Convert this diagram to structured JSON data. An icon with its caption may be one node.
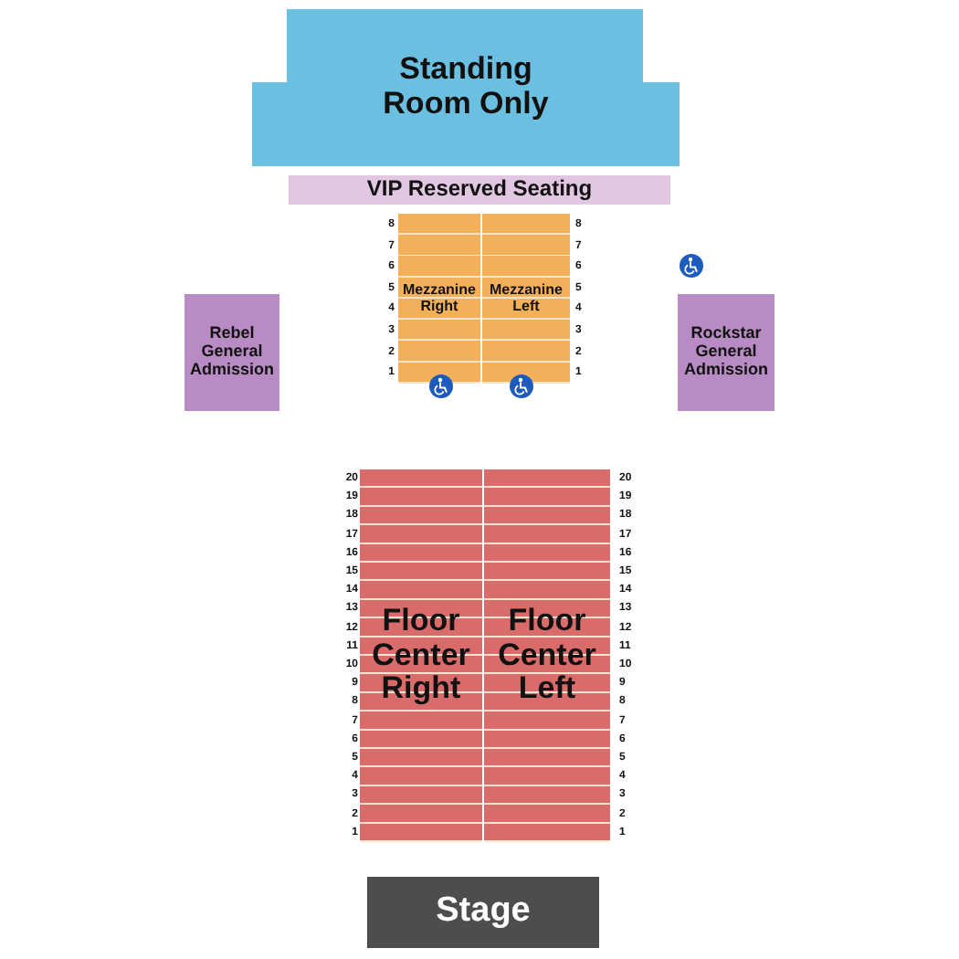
{
  "diagram": {
    "nodes": [
      {
        "text": [
          "Standing Room Only"
        ]
      },
      {
        "text": [
          "VIP Reserved Seating"
        ]
      },
      {
        "text": [
          "Mezzanine Right"
        ]
      },
      {
        "text": [
          "Mezzanine Left"
        ]
      },
      {
        "text": [
          "Rebel General Admission"
        ]
      },
      {
        "text": [
          "Rockstar General Admission"
        ]
      },
      {
        "text": [
          "Floor Center Right"
        ]
      },
      {
        "text": [
          "Floor Center Left"
        ]
      },
      {
        "text": [
          "Stage"
        ]
      }
    ],
    "edges": [],
    "labels": [
      "8",
      "8",
      "7",
      "7",
      "6",
      "6",
      "5",
      "5",
      "4",
      "4",
      "3",
      "3",
      "2",
      "2",
      "1",
      "1",
      "20",
      "20",
      "19",
      "19",
      "18",
      "18",
      "17",
      "17",
      "16",
      "16",
      "15",
      "15",
      "14",
      "14",
      "13",
      "13",
      "12",
      "12",
      "11",
      "11",
      "10",
      "10",
      "9",
      "9",
      "8",
      "8",
      "7",
      "7",
      "6",
      "6",
      "5",
      "5",
      "4",
      "4",
      "3",
      "3",
      "2",
      "2",
      "1",
      "1"
    ]
  }
}
